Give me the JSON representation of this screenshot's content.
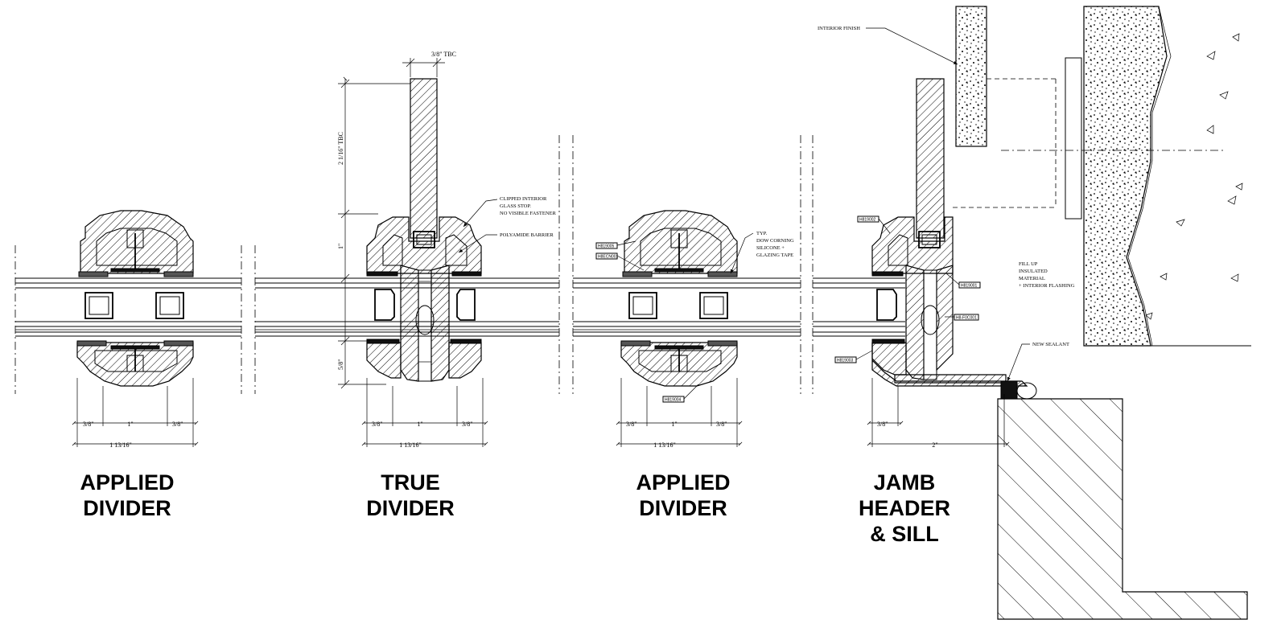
{
  "sections": [
    {
      "id": "applied-1",
      "title_lines": [
        "APPLIED",
        "DIVIDER"
      ],
      "dims": {
        "left": "3/8\"",
        "middle": "1\"",
        "right": "3/8\"",
        "total": "1 13/16\""
      }
    },
    {
      "id": "true-divider",
      "title_lines": [
        "TRUE",
        "DIVIDER"
      ],
      "dims": {
        "left": "3/8\"",
        "middle": "1\"",
        "right": "3/8\"",
        "total": "1 13/16\""
      }
    },
    {
      "id": "applied-2",
      "title_lines": [
        "APPLIED",
        "DIVIDER"
      ],
      "dims": {
        "left": "3/8\"",
        "middle": "1\"",
        "right": "3/8\"",
        "total": "1 13/16\""
      }
    },
    {
      "id": "jamb",
      "title_lines": [
        "JAMB",
        "HEADER",
        "& SILL"
      ],
      "dims": {
        "left": "3/8\"",
        "total": "2\""
      }
    }
  ],
  "true_divider_dims": {
    "tbc_width": "3/8\" TBC",
    "height_upper": "2 1/16\" TBC",
    "height_mid": "1\"",
    "height_lower": "5/8\""
  },
  "notes": {
    "clipped_stop": [
      "CLIPPED INTERIOR",
      "GLASS STOP.",
      "NO VISIBLE FASTENER"
    ],
    "polyamide": "POLYAMIDE BARRIER",
    "dow": [
      "TYP.",
      "DOW CORNING",
      "SILICONE +",
      "GLAZING TAPE"
    ],
    "interior_finish": "INTERIOR FINISH",
    "fill_up": [
      "FILL UP",
      "INSULATED",
      "MATERIAL",
      "+ INTERIOR FLASHING"
    ],
    "new_sealant": "NEW SEALANT"
  },
  "tags": {
    "a2_top": "H819005",
    "a2_mid": "H8ECN001",
    "a2_bottom": "H819004",
    "jamb_top": "H819002",
    "jamb_right_1": "H819001",
    "jamb_right_2": "H8-F0C001",
    "jamb_left": "H819003"
  },
  "colors": {
    "line": "#000000",
    "background": "#ffffff"
  }
}
